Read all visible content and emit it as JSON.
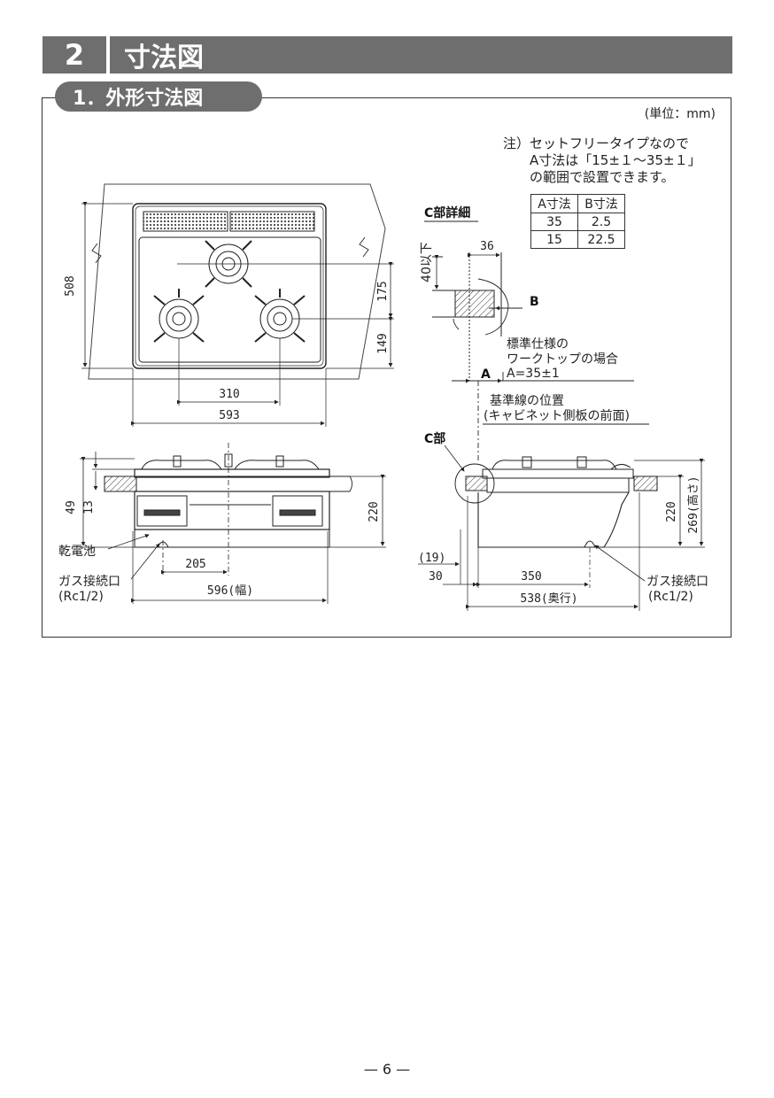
{
  "header": {
    "section_number": "2",
    "section_title": "寸法図"
  },
  "subsection": {
    "title": "1．外形寸法図"
  },
  "unit_note": "(単位：mm)",
  "note": {
    "line1": "注）セットフリータイプなので",
    "line2": "A寸法は「15±１～35±１」",
    "line3": "の範囲で設置できます。"
  },
  "ab_table": {
    "header": [
      "A寸法",
      "B寸法"
    ],
    "rows": [
      [
        "35",
        "2.5"
      ],
      [
        "15",
        "22.5"
      ]
    ]
  },
  "top_view": {
    "dims": {
      "depth": "508",
      "burner_spacing_back": "175",
      "burner_to_front": "149",
      "burner_pitch": "310",
      "top_width": "593"
    }
  },
  "detail": {
    "title": "C部詳細",
    "dim_36": "36",
    "dim_40": "40以下",
    "label_b": "B",
    "label_a": "A",
    "standard_line1": "標準仕様の",
    "standard_line2": "ワークトップの場合",
    "standard_line3": "A=35±1",
    "baseline_line1": "基準線の位置",
    "baseline_line2": "(キャビネット側板の前面)"
  },
  "front_view": {
    "dims": {
      "d49": "49",
      "d13": "13",
      "d220": "220",
      "d205": "205",
      "width": "596(幅)"
    },
    "battery": "乾電池",
    "gas_inlet": "ガス接続口",
    "gas_spec": "(Rc1/2)"
  },
  "side_view": {
    "c_part": "C部",
    "dims": {
      "d19": "(19)",
      "d30": "30",
      "d350": "350",
      "depth": "538(奥行)",
      "d220": "220",
      "height": "269(高さ)"
    },
    "gas_inlet": "ガス接続口",
    "gas_spec": "(Rc1/2)"
  },
  "page_number": "— 6 —"
}
